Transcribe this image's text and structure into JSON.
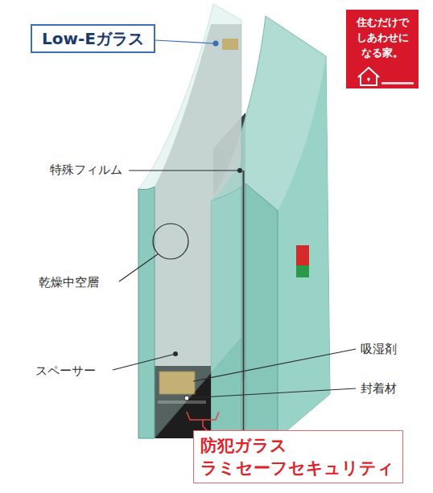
{
  "diagram": {
    "nodes": [
      {
        "text": [
          "Low-Eガラス"
        ]
      },
      {
        "text": [
          "住むだけで しあわせに なる家。"
        ]
      },
      {
        "text": [
          "防犯ガラス ラミセーフセキュリティ"
        ]
      }
    ],
    "labels": [
      "特殊フィルム",
      "乾燥中空層",
      "スペーサー",
      "吸湿剤",
      "封着材"
    ]
  }
}
